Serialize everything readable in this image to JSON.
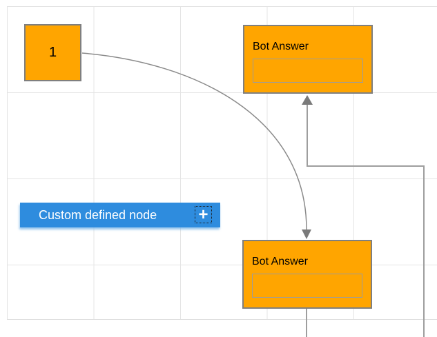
{
  "colors": {
    "node_orange": "#FFA500",
    "node_border_gray": "#7f7f7f",
    "accent_blue": "#2E8CDE",
    "bezier_connector": "#8a8a8a",
    "orthogonal_connector": "#9e9e9e",
    "arrowhead": "#7a7a7a",
    "grid_line": "#e4e4e4"
  },
  "nodes": {
    "start": {
      "label": "1"
    },
    "bot_answer_top": {
      "title": "Bot Answer",
      "field_value": ""
    },
    "bot_answer_bottom": {
      "title": "Bot Answer",
      "field_value": ""
    },
    "custom": {
      "label": "Custom defined node",
      "plus_icon": "+"
    }
  }
}
